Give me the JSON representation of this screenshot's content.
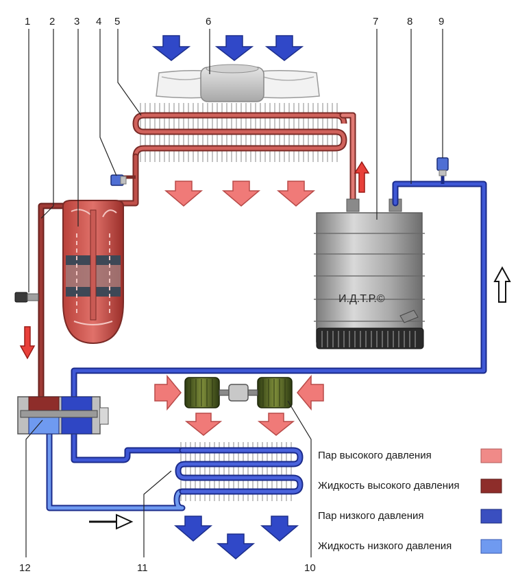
{
  "callouts": [
    "1",
    "2",
    "3",
    "4",
    "5",
    "6",
    "7",
    "8",
    "9",
    "10",
    "11",
    "12"
  ],
  "watermark": "И.Д.Т.Р.©",
  "legend": [
    {
      "label": "Пар высокого давления",
      "color": "#f08a88"
    },
    {
      "label": "Жидкость высокого давления",
      "color": "#8e2d2a"
    },
    {
      "label": "Пар низкого давления",
      "color": "#3a4fc0"
    },
    {
      "label": "Жидкость низкого давления",
      "color": "#6f9af0"
    }
  ],
  "colors": {
    "high_pressure_line": "#9e3a35",
    "low_pressure_line": "#2f46c4",
    "hot_air_arrow": "#f07a78",
    "cool_air_arrow": "#3048c8"
  }
}
